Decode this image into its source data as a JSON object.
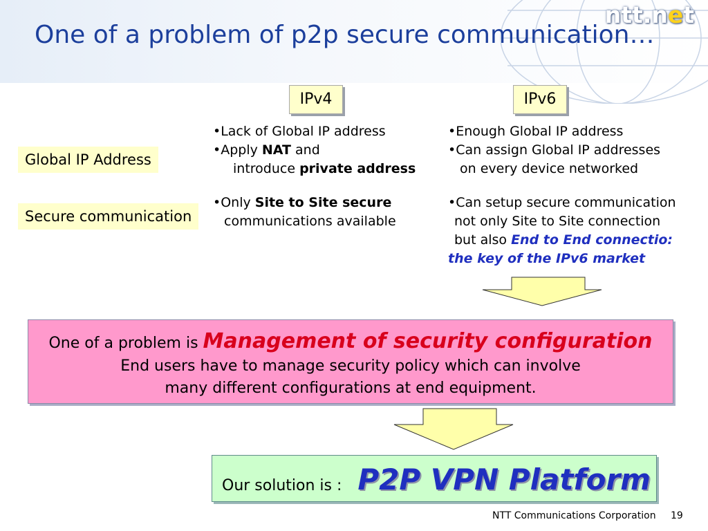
{
  "header": {
    "title": "One of a problem of p2p secure communication…",
    "logo": {
      "part1": "ntt.n",
      "part2": "e",
      "part3": "t"
    }
  },
  "columns": {
    "ipv4": "IPv4",
    "ipv6": "IPv6"
  },
  "rows": {
    "global": {
      "label": "Global IP Address",
      "ipv4": {
        "line1": "•Lack of Global IP address",
        "line2_prefix": "•Apply ",
        "line2_bold": "NAT",
        "line2_suffix": " and",
        "line3_prefix": "introduce ",
        "line3_bold": "private address"
      },
      "ipv6": {
        "line1": "•Enough Global IP address",
        "line2": "•Can assign Global IP addresses",
        "line3": "on every device networked"
      }
    },
    "secure": {
      "label": "Secure communication",
      "ipv4": {
        "line1_prefix": "•Only ",
        "line1_bold": "Site to Site secure",
        "line2": "communications available"
      },
      "ipv6": {
        "line1": "•Can setup secure communication",
        "line2": "not only Site to Site connection",
        "line3_prefix": "but also ",
        "line3_em": "End to End connectio:",
        "line4_em": "the key of the IPv6 market"
      }
    }
  },
  "problem": {
    "prefix": "One of a problem is ",
    "highlight": "Management of security configuration",
    "line2": "End users have to manage security policy which can involve",
    "line3": "many different configurations at end equipment."
  },
  "solution": {
    "prefix": "Our solution is : ",
    "name": "P2P VPN Platform"
  },
  "footer": {
    "company": "NTT Communications Corporation",
    "page": "19"
  },
  "colors": {
    "title": "#1c3f9c",
    "label_bg": "#ffffcc",
    "problem_bg": "#ff99cc",
    "problem_highlight": "#d8001c",
    "solution_bg": "#ccffcc",
    "emphasis_blue": "#1f2fbf",
    "arrow_fill": "#ffffaa"
  }
}
